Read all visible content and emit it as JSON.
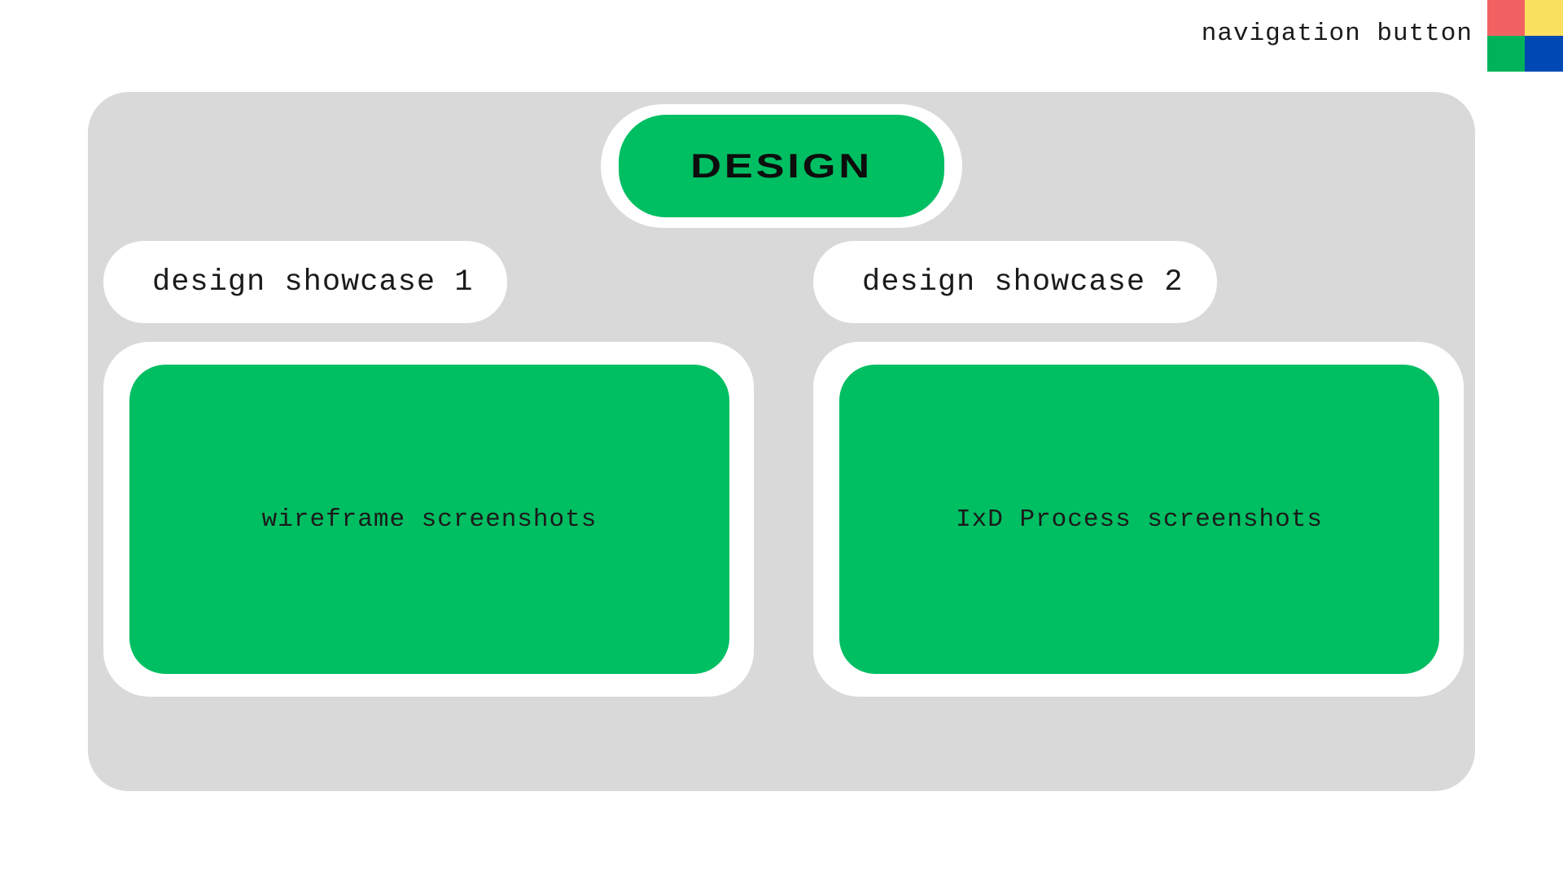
{
  "colors": {
    "accent_green": "#00be62",
    "panel_grey": "#d9d9d9",
    "nav_red": "#f26262",
    "nav_yellow": "#fce060",
    "nav_green": "#00b35a",
    "nav_blue": "#0049b5"
  },
  "nav": {
    "label": "navigation button",
    "icon": "four-color-grid-icon"
  },
  "title": {
    "label": "DESIGN"
  },
  "showcases": [
    {
      "label": "design showcase 1",
      "content": "wireframe screenshots"
    },
    {
      "label": "design showcase 2",
      "content": "IxD Process screenshots"
    }
  ]
}
